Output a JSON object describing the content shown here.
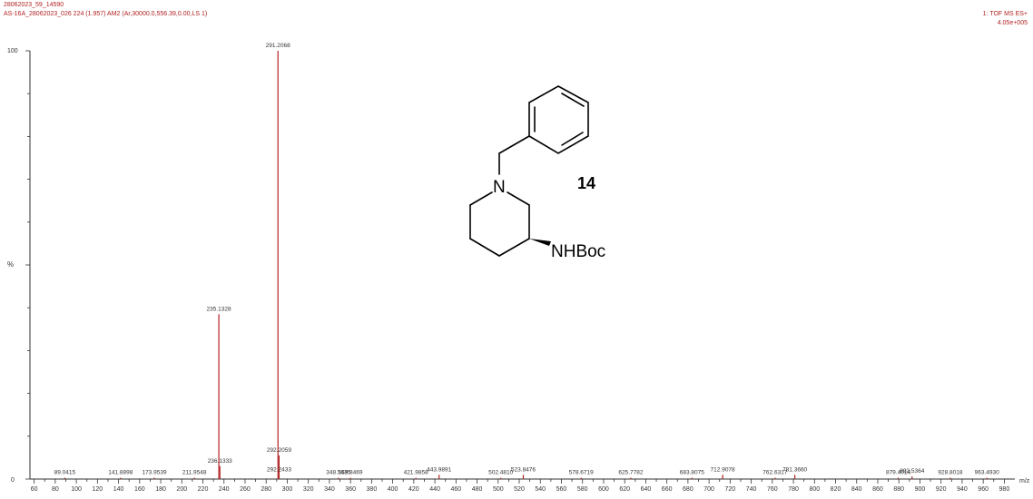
{
  "header": {
    "line1": "28062023_59_14590",
    "line2": "AS-16A_28062023_026 224 (1.957) AM2 (Ar,30000.0,556.39,0.00,LS 1)",
    "right1": "1: TOF MS ES+",
    "right2": "4.05e+005"
  },
  "y_axis": {
    "top_label": "100",
    "mid_label": "%",
    "bottom_label": "0"
  },
  "x_unit": "m/z",
  "structure": {
    "compound_number": "14",
    "n_label": "N",
    "substituent_label": "NHBoc"
  },
  "colors": {
    "spectrum": "#b22222",
    "axis": "#333333",
    "structure": "#000000"
  },
  "chart_data": {
    "type": "bar",
    "title": "",
    "xlabel": "m/z",
    "ylabel": "%",
    "xlim": [
      56,
      990
    ],
    "ylim": [
      0,
      100
    ],
    "x_ticks": [
      60,
      80,
      100,
      120,
      140,
      160,
      180,
      200,
      220,
      240,
      260,
      280,
      300,
      320,
      340,
      360,
      380,
      400,
      420,
      440,
      460,
      480,
      500,
      520,
      540,
      560,
      580,
      600,
      620,
      640,
      660,
      680,
      700,
      720,
      740,
      760,
      780,
      800,
      820,
      840,
      860,
      880,
      900,
      920,
      940,
      960,
      980
    ],
    "peaks": [
      {
        "mz": 89.0415,
        "intensity": 0.3,
        "label": "89.0415"
      },
      {
        "mz": 141.8898,
        "intensity": 0.3,
        "label": "141.8898"
      },
      {
        "mz": 173.9539,
        "intensity": 0.3,
        "label": "173.9539"
      },
      {
        "mz": 211.9548,
        "intensity": 0.3,
        "label": "211.9548"
      },
      {
        "mz": 235.1328,
        "intensity": 38.5,
        "label": "235.1328"
      },
      {
        "mz": 236.1333,
        "intensity": 3.0,
        "label": "236.1333"
      },
      {
        "mz": 291.2068,
        "intensity": 100,
        "label": "291.2068"
      },
      {
        "mz": 292.2059,
        "intensity": 5.5,
        "label": "292.2059"
      },
      {
        "mz": 292.2433,
        "intensity": 1.0,
        "label": "292.2433"
      },
      {
        "mz": 348.5435,
        "intensity": 0.3,
        "label": "348.5435"
      },
      {
        "mz": 359.8469,
        "intensity": 0.3,
        "label": "359.8469"
      },
      {
        "mz": 421.9858,
        "intensity": 0.3,
        "label": "421.9858"
      },
      {
        "mz": 443.9891,
        "intensity": 1.0,
        "label": "443.9891"
      },
      {
        "mz": 502.481,
        "intensity": 0.3,
        "label": "502.4810"
      },
      {
        "mz": 523.8476,
        "intensity": 1.0,
        "label": "523.8476"
      },
      {
        "mz": 578.6719,
        "intensity": 0.3,
        "label": "578.6719"
      },
      {
        "mz": 625.7782,
        "intensity": 0.3,
        "label": "625.7782"
      },
      {
        "mz": 683.8075,
        "intensity": 0.3,
        "label": "683.8075"
      },
      {
        "mz": 712.9078,
        "intensity": 1.0,
        "label": "712.9078"
      },
      {
        "mz": 762.6317,
        "intensity": 0.3,
        "label": "762.6317"
      },
      {
        "mz": 781.366,
        "intensity": 1.0,
        "label": "781.3660"
      },
      {
        "mz": 879.4014,
        "intensity": 0.3,
        "label": "879.4014"
      },
      {
        "mz": 892.5364,
        "intensity": 0.6,
        "label": "892.5364"
      },
      {
        "mz": 928.8018,
        "intensity": 0.3,
        "label": "928.8018"
      },
      {
        "mz": 963.493,
        "intensity": 0.3,
        "label": "963.4930"
      }
    ]
  }
}
